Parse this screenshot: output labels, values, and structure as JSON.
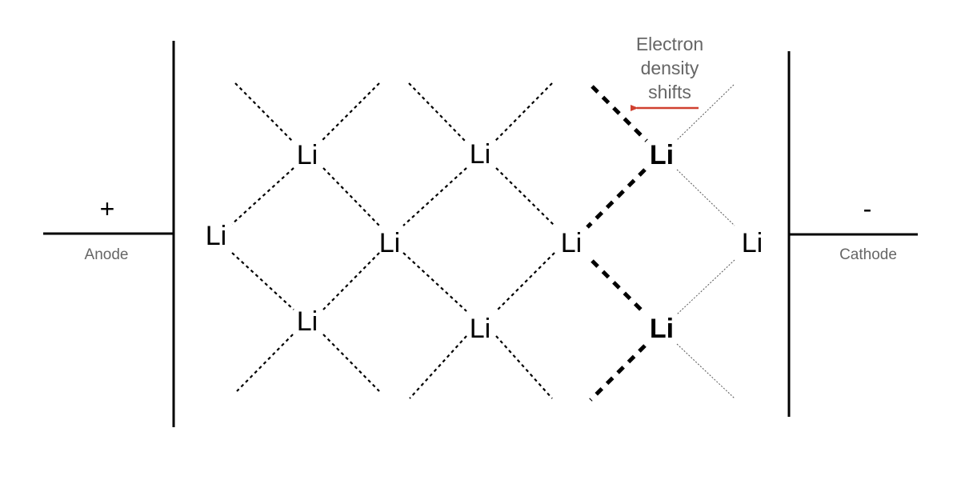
{
  "diagram": {
    "title": "Lithium lattice between anode and cathode",
    "anode": {
      "sign": "+",
      "label": "Anode"
    },
    "cathode": {
      "sign": "-",
      "label": "Cathode"
    },
    "atom_symbol": "Li",
    "annotation": {
      "lines": [
        "Electron",
        "density",
        "shifts"
      ],
      "arrow_direction": "left",
      "arrow_color": "#d0402f"
    },
    "text_color_muted": "#666666",
    "atoms": [
      {
        "id": "li-top-1",
        "row": "top",
        "col": 1,
        "emphasis": false
      },
      {
        "id": "li-top-2",
        "row": "top",
        "col": 2,
        "emphasis": false
      },
      {
        "id": "li-top-3",
        "row": "top",
        "col": 3,
        "emphasis": true
      },
      {
        "id": "li-mid-1",
        "row": "middle",
        "col": 1,
        "emphasis": false
      },
      {
        "id": "li-mid-2",
        "row": "middle",
        "col": 2,
        "emphasis": false
      },
      {
        "id": "li-mid-3",
        "row": "middle",
        "col": 3,
        "emphasis": false
      },
      {
        "id": "li-mid-4",
        "row": "middle",
        "col": 4,
        "emphasis": false
      },
      {
        "id": "li-bot-1",
        "row": "bottom",
        "col": 1,
        "emphasis": false
      },
      {
        "id": "li-bot-2",
        "row": "bottom",
        "col": 2,
        "emphasis": false
      },
      {
        "id": "li-bot-3",
        "row": "bottom",
        "col": 3,
        "emphasis": true
      }
    ],
    "bond_styles": {
      "normal": "dotted",
      "emphasized": "thick-dashed",
      "faint": "thin-dotted"
    }
  }
}
